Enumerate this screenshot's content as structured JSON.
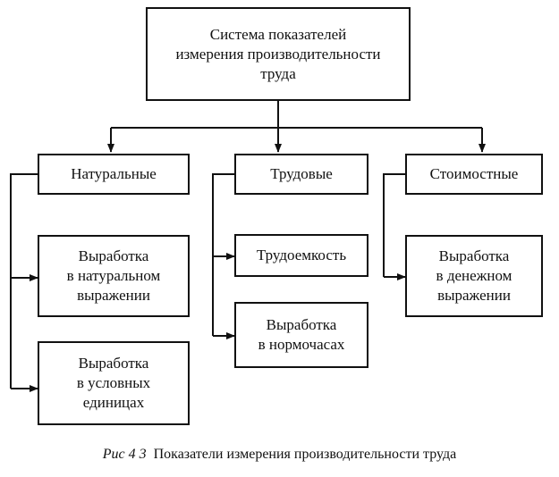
{
  "root": {
    "label": "Система показателей\nизмерения производительности\nтруда"
  },
  "categories": [
    {
      "label": "Натуральные",
      "items": [
        "Выработка\nв натуральном\nвыражении",
        "Выработка\nв условных\nединицах"
      ]
    },
    {
      "label": "Трудовые",
      "items": [
        "Трудоемкость",
        "Выработка\nв нормочасах"
      ]
    },
    {
      "label": "Стоимостные",
      "items": [
        "Выработка\nв денежном\nвыражении"
      ]
    }
  ],
  "caption": {
    "figure": "Рис 4 3",
    "text": "Показатели измерения производительности труда"
  }
}
